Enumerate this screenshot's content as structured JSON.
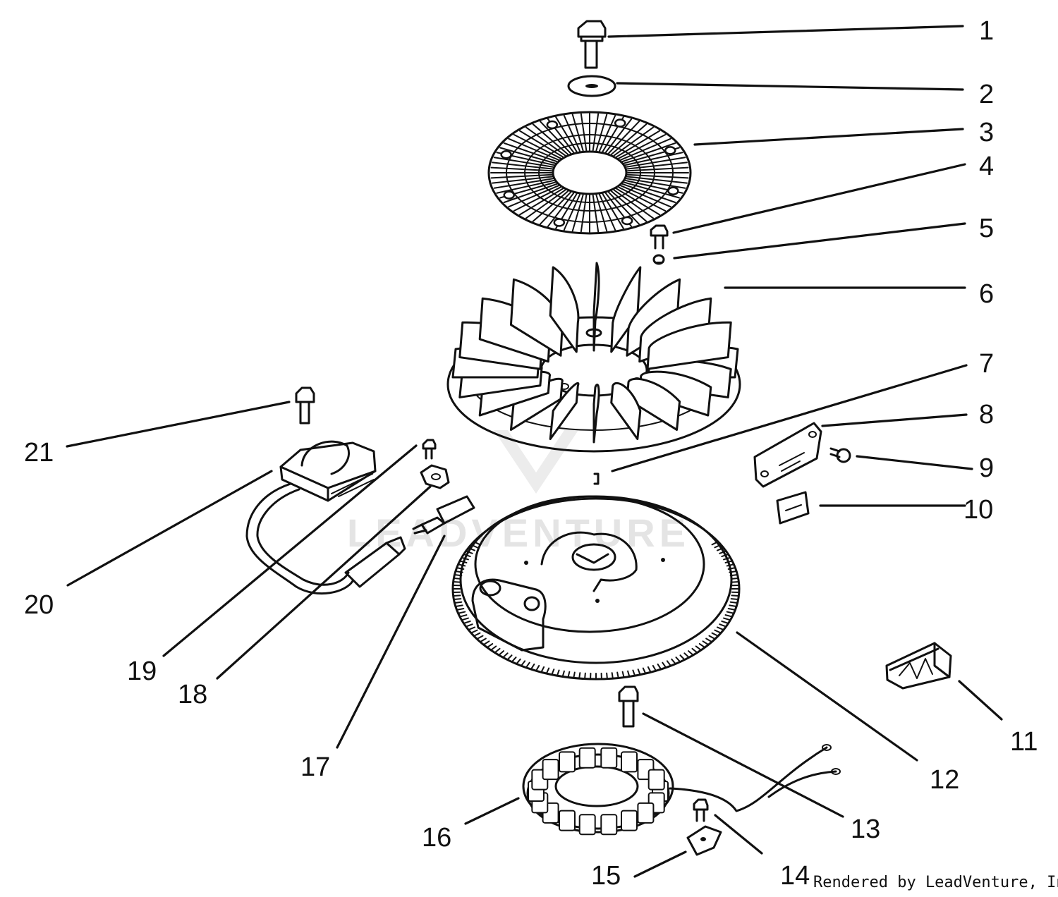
{
  "diagram": {
    "callouts": [
      {
        "id": "1",
        "label": "1"
      },
      {
        "id": "2",
        "label": "2"
      },
      {
        "id": "3",
        "label": "3"
      },
      {
        "id": "4",
        "label": "4"
      },
      {
        "id": "5",
        "label": "5"
      },
      {
        "id": "6",
        "label": "6"
      },
      {
        "id": "7",
        "label": "7"
      },
      {
        "id": "8",
        "label": "8"
      },
      {
        "id": "9",
        "label": "9"
      },
      {
        "id": "10",
        "label": "10"
      },
      {
        "id": "11",
        "label": "11"
      },
      {
        "id": "12",
        "label": "12"
      },
      {
        "id": "13",
        "label": "13"
      },
      {
        "id": "14",
        "label": "14"
      },
      {
        "id": "15",
        "label": "15"
      },
      {
        "id": "16",
        "label": "16"
      },
      {
        "id": "17",
        "label": "17"
      },
      {
        "id": "18",
        "label": "18"
      },
      {
        "id": "19",
        "label": "19"
      },
      {
        "id": "20",
        "label": "20"
      },
      {
        "id": "21",
        "label": "21"
      }
    ],
    "watermark": "LEADVENTURE",
    "credit": "Rendered by LeadVenture, Inc."
  }
}
